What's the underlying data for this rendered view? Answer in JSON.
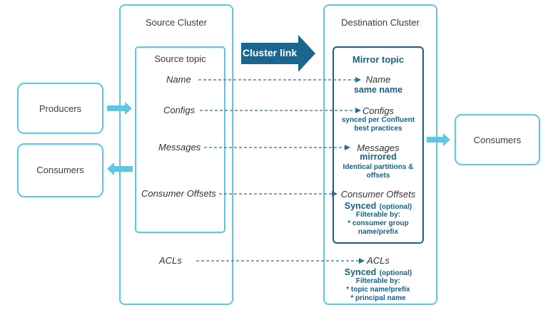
{
  "source_cluster": {
    "title": "Source Cluster",
    "topic_title": "Source topic"
  },
  "destination_cluster": {
    "title": "Destination Cluster",
    "topic_title": "Mirror topic"
  },
  "cluster_link_label": "Cluster link",
  "left_boxes": {
    "producers": "Producers",
    "consumers": "Consumers"
  },
  "right_box": {
    "consumers": "Consumers"
  },
  "fields": {
    "name": "Name",
    "configs": "Configs",
    "messages": "Messages",
    "consumer_offsets": "Consumer Offsets",
    "acls": "ACLs"
  },
  "mirror": {
    "name": {
      "label": "Name",
      "detail": "same name"
    },
    "configs": {
      "label": "Configs",
      "detail_1": "synced per Confluent",
      "detail_2": "best practices"
    },
    "messages": {
      "label": "Messages",
      "detail": "mirrored",
      "sub_1": "Identical partitions &",
      "sub_2": "offsets"
    },
    "consumer_offsets": {
      "label": "Consumer Offsets",
      "status": "Synced",
      "optional": "(optional)",
      "filter": "Filterable by:",
      "f1": "* consumer group",
      "f2": "name/prefix"
    },
    "acls": {
      "label": "ACLs",
      "status": "Synced",
      "optional": "(optional)",
      "filter": "Filterable by:",
      "f1": "* topic name/prefix",
      "f2": "* principal name"
    }
  },
  "colors": {
    "box_border": "#5bc8e6",
    "mirror_border": "#15638b",
    "cluster_link_arrow": "#1a6690",
    "dashed_arrow": "#2c6e98",
    "light_arrow": "#5bc8e6"
  }
}
